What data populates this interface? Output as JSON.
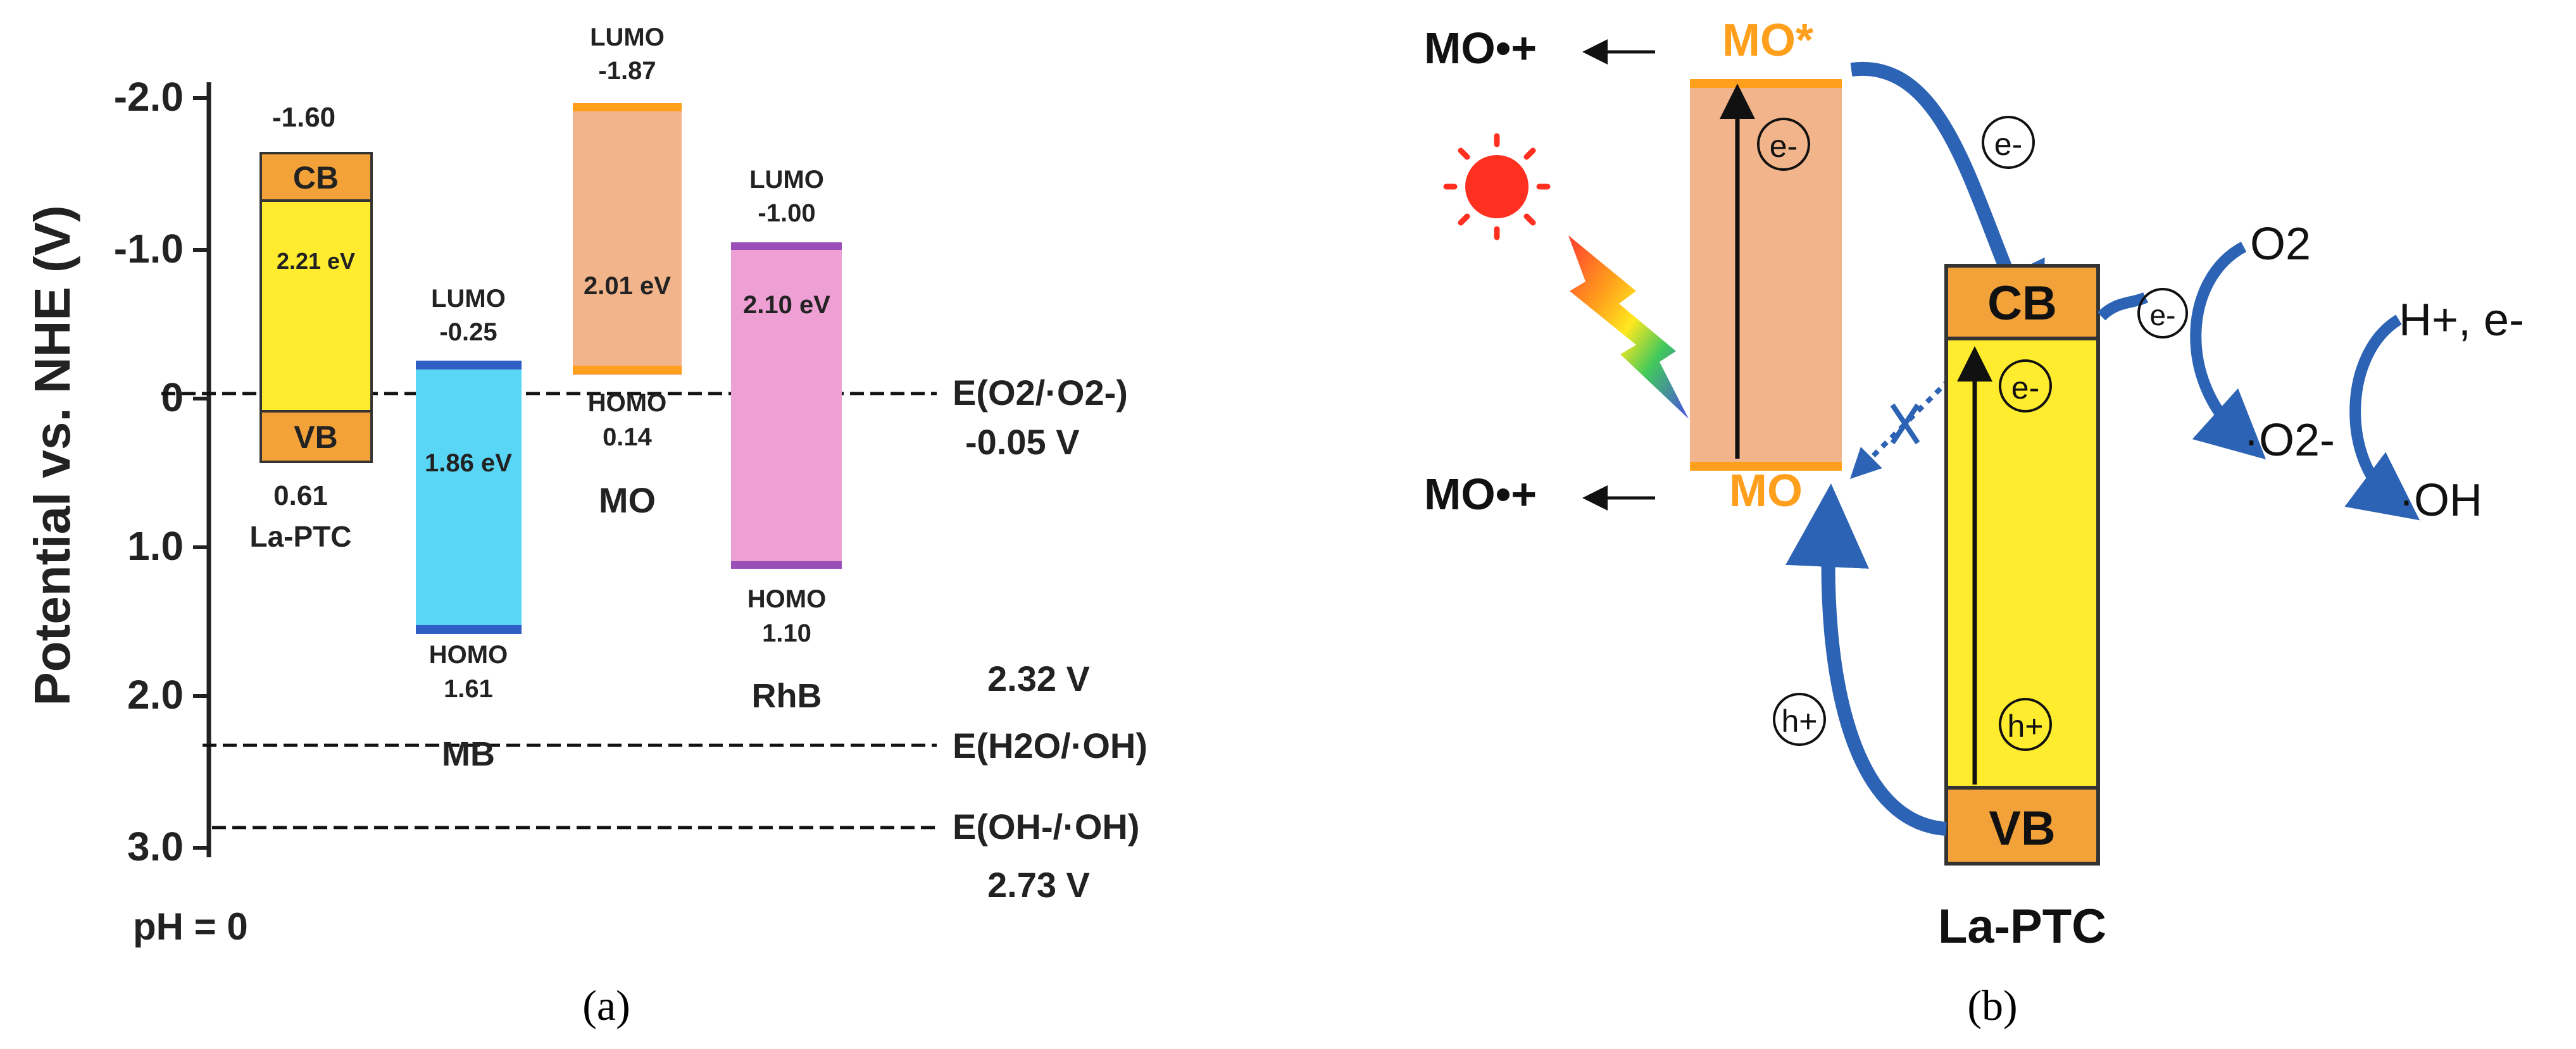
{
  "panel_a": {
    "caption": "(a)",
    "ylabel": "Potential vs. NHE (V)",
    "ticks": [
      "-2.0",
      "-1.0",
      "0",
      "1.0",
      "2.0",
      "3.0"
    ],
    "ph_label": "pH = 0",
    "materials": [
      {
        "name": "La-PTC",
        "top_label": "-1.60",
        "gap_label": "2.21 eV",
        "cb_label": "CB",
        "vb_label": "VB",
        "bottom_label": "0.61"
      },
      {
        "name": "MB",
        "lumo_label": "LUMO",
        "lumo_value": "-0.25",
        "gap_label": "1.86 eV",
        "homo_label": "HOMO",
        "homo_value": "1.61"
      },
      {
        "name": "MO",
        "lumo_label": "LUMO",
        "lumo_value": "-1.87",
        "gap_label": "2.01 eV",
        "homo_label": "HOMO",
        "homo_value": "0.14"
      },
      {
        "name": "RhB",
        "lumo_label": "LUMO",
        "lumo_value": "-1.00",
        "gap_label": "2.10 eV",
        "homo_label": "HOMO",
        "homo_value": "1.10"
      }
    ],
    "references": [
      {
        "label": "E(O2/·O2-)",
        "value": "-0.05 V"
      },
      {
        "label": "E(H2O/·OH)",
        "value": "2.32 V"
      },
      {
        "label": "E(OH-/·OH)",
        "value": "2.73 V"
      }
    ],
    "colors": {
      "la_ptc": "#ffec2e",
      "la_ptc_bands": "#f3a23a",
      "mb": "#59d6f5",
      "mb_edge": "#2f5fc4",
      "mo": "#f2b48a",
      "mo_edge": "#ff9f1c",
      "rhb": "#eea0d4",
      "rhb_edge": "#9a4fb8"
    }
  },
  "panel_b": {
    "caption": "(b)",
    "mo_star": "MO*",
    "mo": "MO",
    "mo_radical_top": "MO•+",
    "mo_radical_bottom": "MO•+",
    "electron": "e-",
    "hole": "h+",
    "cb": "CB",
    "vb": "VB",
    "o2": "O2",
    "superoxide": "·O2-",
    "h_plus_e": "H+, e-",
    "oh": "·OH",
    "catalyst": "La-PTC",
    "colors": {
      "arrow_blue": "#2d63b4",
      "mo_orange": "#ff9f1c",
      "mo_fill": "#f2b48a",
      "yellow": "#ffec2e",
      "band_orange": "#f3a23a",
      "sun_red": "#ff3020"
    },
    "icons": [
      "sun-icon",
      "lightning-icon"
    ]
  }
}
